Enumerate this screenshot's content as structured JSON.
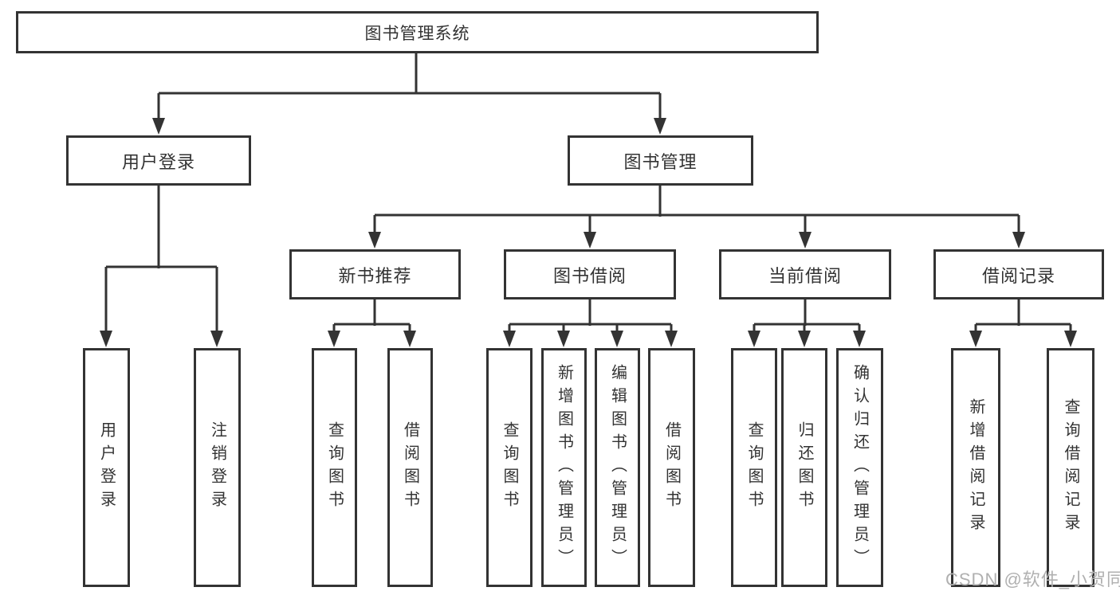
{
  "style": {
    "background": "#ffffff",
    "line_color": "#333333",
    "text_color": "#333333",
    "watermark_color": "#b0b0b0"
  },
  "nodes": {
    "root": "图书管理系统",
    "user_login": "用户登录",
    "book_mgmt": "图书管理",
    "new_book_rec": "新书推荐",
    "book_borrow": "图书借阅",
    "current_borrow": "当前借阅",
    "borrow_records": "借阅记录",
    "leaf_user_login": "用户登录",
    "leaf_logout": "注销登录",
    "leaf_query_book_1": "查询图书",
    "leaf_borrow_book_1": "借阅图书",
    "leaf_query_book_2": "查询图书",
    "leaf_add_book": "新增图书（管理员）",
    "leaf_edit_book": "编辑图书（管理员）",
    "leaf_borrow_book_2": "借阅图书",
    "leaf_query_book_3": "查询图书",
    "leaf_return_book": "归还图书",
    "leaf_confirm_return": "确认归还（管理员）",
    "leaf_add_borrow_record": "新增借阅记录",
    "leaf_query_borrow_record": "查询借阅记录"
  },
  "tree": {
    "root": [
      "user_login",
      "book_mgmt"
    ],
    "user_login": [
      "leaf_user_login",
      "leaf_logout"
    ],
    "book_mgmt": [
      "new_book_rec",
      "book_borrow",
      "current_borrow",
      "borrow_records"
    ],
    "new_book_rec": [
      "leaf_query_book_1",
      "leaf_borrow_book_1"
    ],
    "book_borrow": [
      "leaf_query_book_2",
      "leaf_add_book",
      "leaf_edit_book",
      "leaf_borrow_book_2"
    ],
    "current_borrow": [
      "leaf_query_book_3",
      "leaf_return_book",
      "leaf_confirm_return"
    ],
    "borrow_records": [
      "leaf_add_borrow_record",
      "leaf_query_borrow_record"
    ]
  },
  "watermark": {
    "text": "CSDN @软件_小贺同学"
  }
}
